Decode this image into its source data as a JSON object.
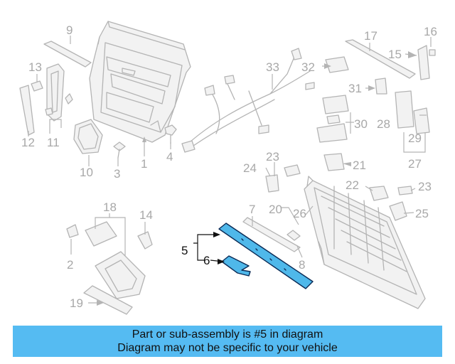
{
  "labels": {
    "n1": "1",
    "n2": "2",
    "n3": "3",
    "n4": "4",
    "n5": "5",
    "n6": "6",
    "n7": "7",
    "n8": "8",
    "n9": "9",
    "n10": "10",
    "n11": "11",
    "n12": "12",
    "n13": "13",
    "n14": "14",
    "n15": "15",
    "n16": "16",
    "n17": "17",
    "n18": "18",
    "n19": "19",
    "n20": "20",
    "n21": "21",
    "n22": "22",
    "n23a": "23",
    "n23b": "23",
    "n24": "24",
    "n25": "25",
    "n26": "26",
    "n27": "27",
    "n28": "28",
    "n29": "29",
    "n30": "30",
    "n31": "31",
    "n32": "32",
    "n33": "33"
  },
  "banner": {
    "line1": "Part or sub-assembly is #5 in diagram",
    "line2": "Diagram may not be specific to your vehicle"
  },
  "colors": {
    "highlight_fill": "#4fb8ea",
    "highlight_outline": "#0a2a55",
    "banner_background": "#55bbf2",
    "part_lines": "#b4b4b4"
  }
}
